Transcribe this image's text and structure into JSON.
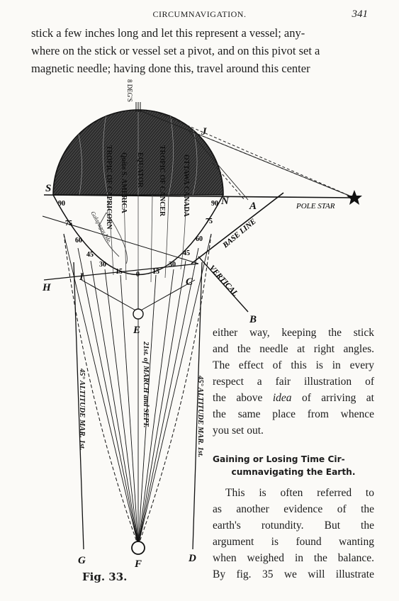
{
  "header": {
    "title": "CIRCUMNAVIGATION.",
    "page_number": "341"
  },
  "intro": {
    "lines": [
      "stick a few inches long and let this represent a vessel; any-",
      "where on the stick or vessel set a pivot, and on this pivot set a",
      "magnetic needle; having done this, travel around this center"
    ]
  },
  "figure": {
    "caption": "Fig. 33.",
    "labels": {
      "top_mark": "8 DEG'S",
      "s": "S",
      "n": "N",
      "j": "J",
      "a": "A",
      "b": "B",
      "c": "C",
      "d": "D",
      "e": "E",
      "f": "F",
      "g": "G",
      "h": "H",
      "i": "I",
      "pole_star": "POLE STAR",
      "base_line": "BASE LINE",
      "vertical": "VERTICAL",
      "tropic_capricorn": "TROPIC OF CAPRICORN",
      "tropic_cancer": "TROPIC OF CANCER",
      "equator": "EQUATOR",
      "quito": "Quito S. AMERICA",
      "ottawa": "OTTAWA CANADA",
      "galapagos": "Galapagos Isle.",
      "date_line": "21st. of MARCH and SEPT.",
      "alt_left": "45° ALTITUDE MAR. 1st.",
      "alt_right": "45° ALTITUDE MAR. 1st.",
      "scale": [
        "90",
        "75",
        "60",
        "45",
        "30",
        "15",
        "0",
        "15",
        "30",
        "45",
        "60",
        "75",
        "90"
      ]
    }
  },
  "column_top": {
    "lines": [
      "either way, keeping the stick",
      "and the needle at right angles.",
      "The effect of this is in every",
      "respect a fair illustration of",
      "the above idea of arriving at",
      "the same place from whence",
      "you set out."
    ],
    "italic_word": "idea"
  },
  "section_heading": {
    "lines": [
      "Gaining or Losing Time Cir-",
      "cumnavigating the Earth."
    ]
  },
  "column_bottom": {
    "lines": [
      "This is often referred to",
      "as another evidence of the",
      "earth's rotundity.   But the",
      "argument is found wanting",
      "when weighed in the balance.",
      "By fig. 35 we will illustrate"
    ]
  }
}
